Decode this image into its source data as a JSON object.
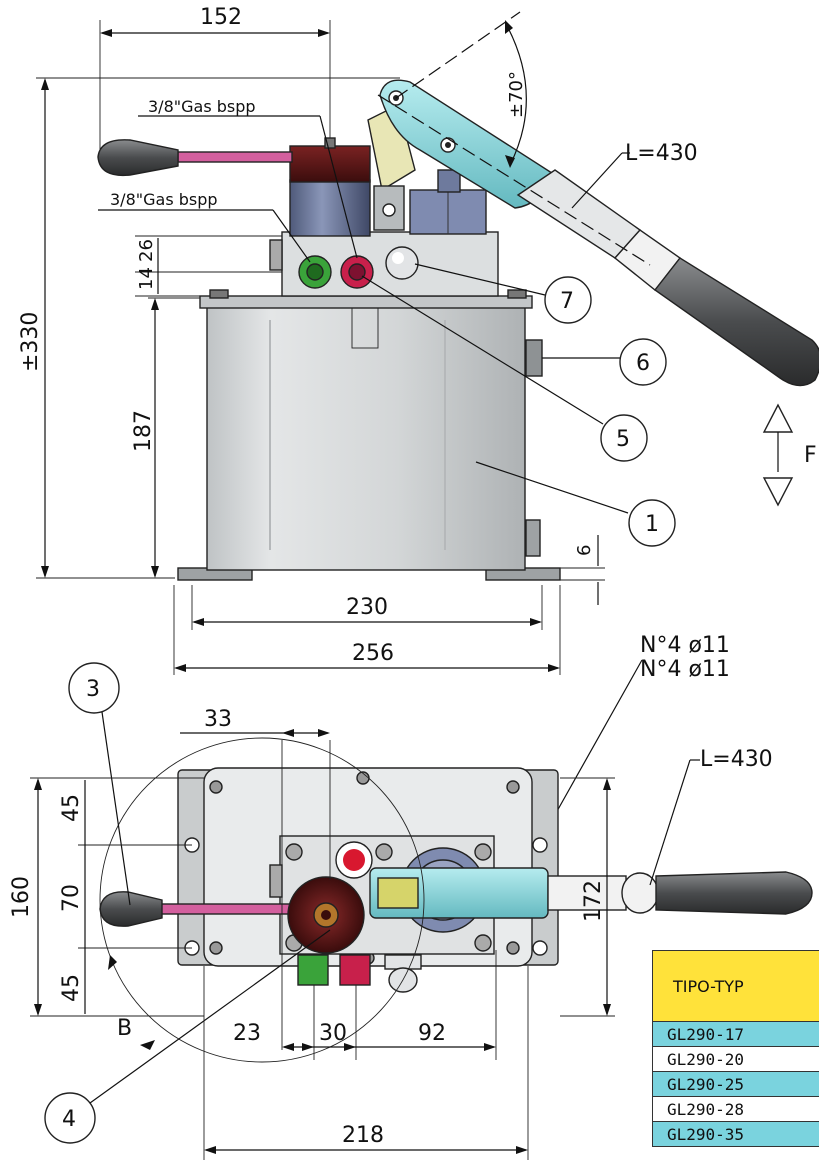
{
  "dimensions": {
    "top_width": "152",
    "total_height": "±330",
    "tank_height": "187",
    "block_upper": "26",
    "block_lower": "14",
    "foot_thickness": "6",
    "holes_span": "230",
    "base_length": "256",
    "handle_angle": "±70°",
    "bottom_33": "33",
    "bottom_45_top": "45",
    "bottom_70": "70",
    "bottom_45_bottom": "45",
    "bottom_160": "160",
    "bottom_172": "172",
    "bottom_23": "23",
    "bottom_30": "30",
    "bottom_92": "92",
    "bottom_218": "218"
  },
  "notes": {
    "port_upper": "3/8\"Gas bspp",
    "port_lower": "3/8\"Gas bspp",
    "lever_length_top": "L=430",
    "lever_length_bottom": "L=430",
    "holes_line1": "N°4 ø11",
    "holes_line2": "N°4 ø11",
    "force": "F",
    "section_b": "B"
  },
  "callouts": [
    "1",
    "3",
    "4",
    "5",
    "6",
    "7"
  ],
  "table": {
    "header": "TIPO-TYP",
    "rows": [
      "GL290-17",
      "GL290-20",
      "GL290-25",
      "GL290-28",
      "GL290-35"
    ]
  },
  "colors": {
    "accent_table_header": "#ffe23a",
    "table_row_cyan": "#7ad3de",
    "lever_cyan": "#8fd9dd",
    "handle_pink": "#d35f9e",
    "port_green": "#3aa33a",
    "port_red": "#c8204b",
    "cap_dark_red": "#5a1414",
    "tank_gray": "#d8dbdc"
  }
}
